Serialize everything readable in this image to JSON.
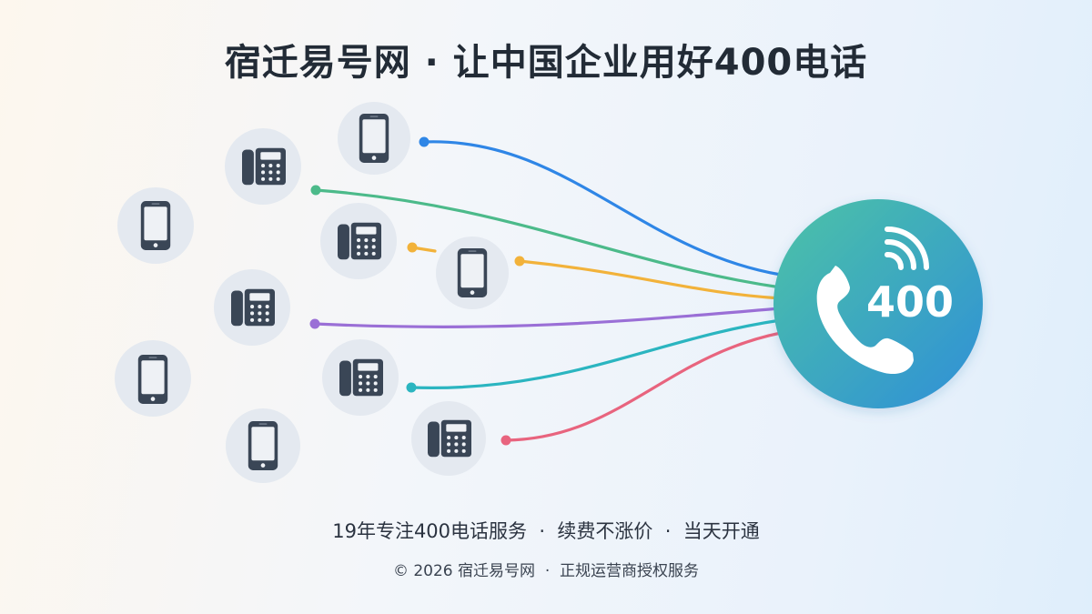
{
  "header": {
    "title": "宿迁易号网 · 让中国企业用好400电话"
  },
  "hub": {
    "label": "400",
    "icon": "phone-handset-icon",
    "color_start": "#4cc3a6",
    "color_end": "#2f8fd8"
  },
  "colors": {
    "line_blue": "#2f86e6",
    "line_green": "#4cba8a",
    "line_orange": "#f2b23a",
    "line_purple": "#9a6fd6",
    "line_teal": "#2bb5c0",
    "line_pink": "#e8647e",
    "icon_fill": "#3a4656"
  },
  "devices": [
    {
      "type": "mobile-phone-icon"
    },
    {
      "type": "desk-phone-icon"
    },
    {
      "type": "mobile-phone-icon"
    },
    {
      "type": "desk-phone-icon"
    },
    {
      "type": "mobile-phone-icon"
    },
    {
      "type": "desk-phone-icon"
    },
    {
      "type": "mobile-phone-icon"
    },
    {
      "type": "desk-phone-icon"
    },
    {
      "type": "mobile-phone-icon"
    },
    {
      "type": "desk-phone-icon"
    }
  ],
  "footer": {
    "tagline": "19年专注400电话服务  ·  续费不涨价  ·  当天开通",
    "copyright": "© 2026 宿迁易号网  ·  正规运营商授权服务"
  }
}
